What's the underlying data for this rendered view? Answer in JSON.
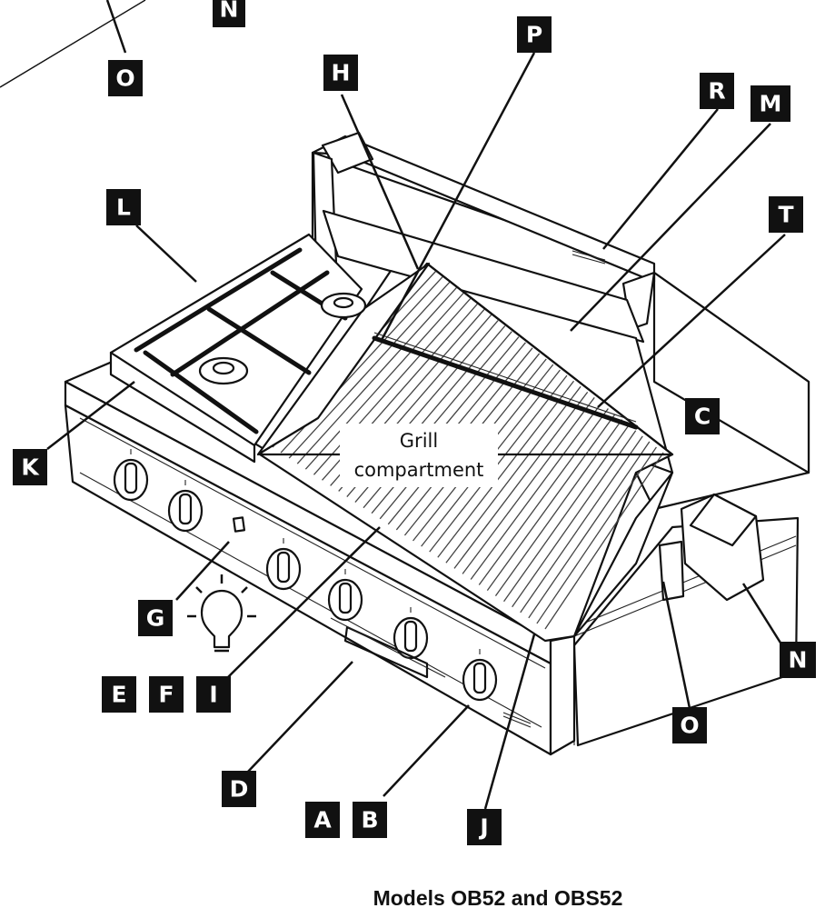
{
  "caption": "Models OB52 and OBS52",
  "grill_callout": {
    "line1": "Grill",
    "line2": "compartment"
  },
  "labels": {
    "A": "A",
    "B": "B",
    "C": "C",
    "D": "D",
    "E": "E",
    "F": "F",
    "G": "G",
    "H": "H",
    "I": "I",
    "J": "J",
    "K": "K",
    "L": "L",
    "M": "M",
    "N": "N",
    "O": "O",
    "P": "P",
    "R": "R",
    "T": "T"
  },
  "icons": {
    "bulb": "light-bulb-icon"
  }
}
